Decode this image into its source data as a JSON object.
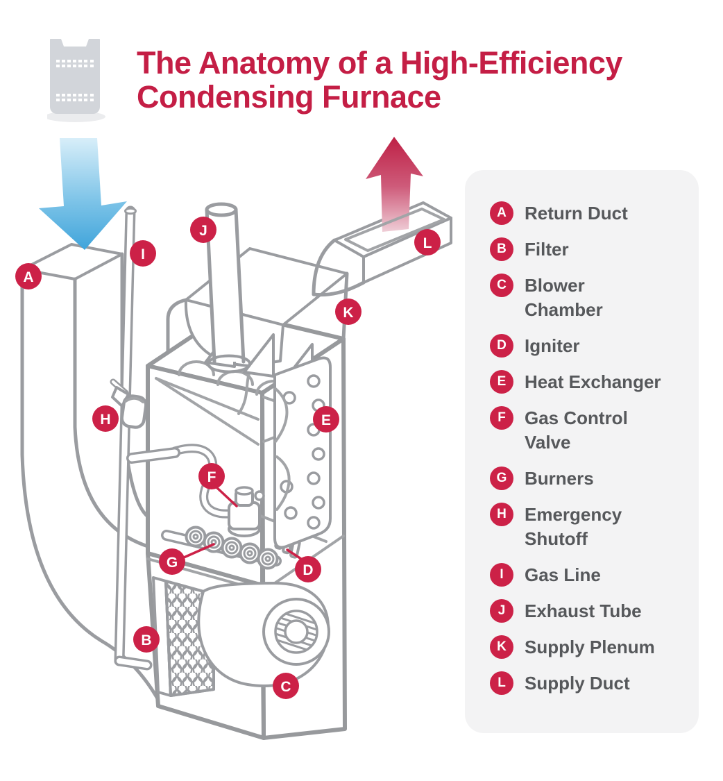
{
  "header": {
    "title_line1": "The Anatomy of a High-Efficiency",
    "title_line2": "Condensing Furnace"
  },
  "icon": {
    "name": "furnace-icon"
  },
  "colors": {
    "title_red": "#C41E45",
    "badge_red": "#CC2147",
    "line_gray": "#9A9CA0",
    "legend_text": "#56585B",
    "panel_bg": "#F3F3F4",
    "cold_air_blue": "#3EA3DA",
    "warm_air_red": "#BE2045"
  },
  "legend": {
    "items": [
      {
        "letter": "A",
        "label": "Return Duct"
      },
      {
        "letter": "B",
        "label": "Filter"
      },
      {
        "letter": "C",
        "label": "Blower\nChamber"
      },
      {
        "letter": "D",
        "label": "Igniter"
      },
      {
        "letter": "E",
        "label": "Heat Exchanger"
      },
      {
        "letter": "F",
        "label": "Gas Control\nValve"
      },
      {
        "letter": "G",
        "label": "Burners"
      },
      {
        "letter": "H",
        "label": "Emergency\nShutoff"
      },
      {
        "letter": "I",
        "label": "Gas Line"
      },
      {
        "letter": "J",
        "label": "Exhaust Tube"
      },
      {
        "letter": "K",
        "label": "Supply Plenum"
      },
      {
        "letter": "L",
        "label": "Supply Duct"
      }
    ]
  },
  "diagram": {
    "badges": [
      {
        "letter": "A"
      },
      {
        "letter": "B"
      },
      {
        "letter": "C"
      },
      {
        "letter": "D"
      },
      {
        "letter": "E"
      },
      {
        "letter": "F"
      },
      {
        "letter": "G"
      },
      {
        "letter": "H"
      },
      {
        "letter": "I"
      },
      {
        "letter": "J"
      },
      {
        "letter": "K"
      },
      {
        "letter": "L"
      }
    ],
    "airflow": {
      "cold_air_arrow": "down",
      "warm_air_arrow": "up"
    }
  }
}
